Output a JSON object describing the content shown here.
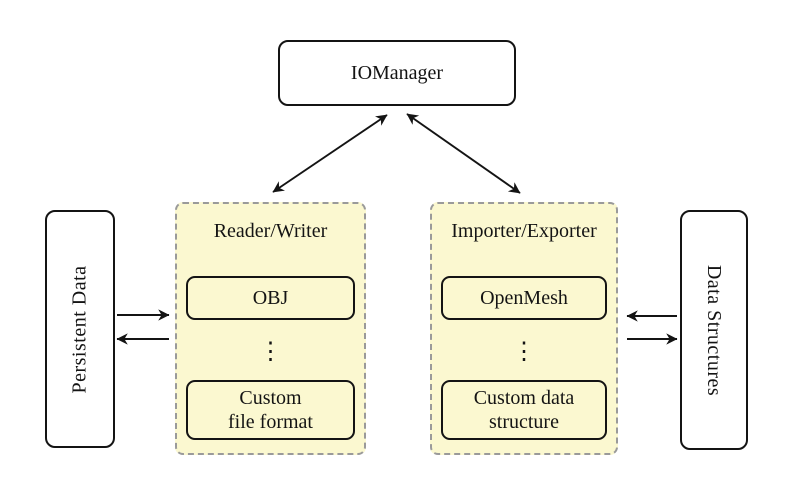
{
  "diagram": {
    "iomanager": {
      "label": "IOManager"
    },
    "reader_writer": {
      "title": "Reader/Writer",
      "obj": "OBJ",
      "ellipsis": "⋮",
      "custom": [
        "Custom",
        "file format"
      ]
    },
    "importer_exporter": {
      "title": "Importer/Exporter",
      "openmesh": "OpenMesh",
      "ellipsis": "⋮",
      "custom": [
        "Custom data",
        "structure"
      ]
    },
    "persistent_data": {
      "label": "Persistent Data"
    },
    "data_structures": {
      "label": "Data Structures"
    }
  },
  "colors": {
    "group_fill": "#FBF8D0",
    "group_border": "#9A9A9A",
    "ink": "#141414",
    "box_fill": "#FFFFFF",
    "background": "#FFFFFF"
  }
}
